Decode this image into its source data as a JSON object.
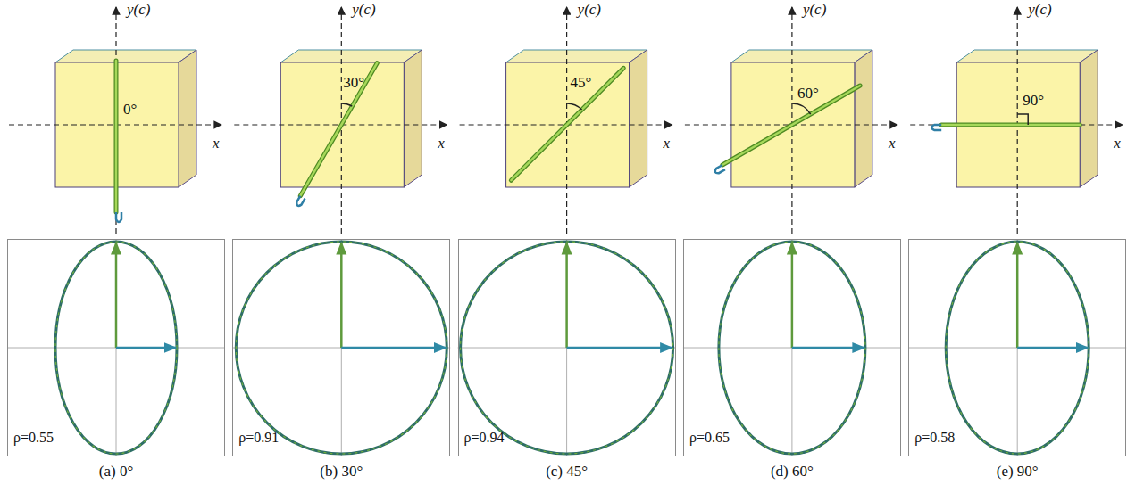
{
  "diagram": {
    "nodes": [
      {
        "text": [
          "ρ=0.55"
        ]
      },
      {
        "text": [
          "ρ=0.91"
        ]
      },
      {
        "text": [
          "ρ=0.94"
        ]
      },
      {
        "text": [
          "ρ=0.65"
        ]
      },
      {
        "text": [
          "ρ=0.58"
        ]
      }
    ],
    "labels": [
      "y(c)",
      "0°",
      "x",
      "y(c)",
      "30°",
      "x",
      "y(c)",
      "45°",
      "x",
      "y(c)",
      "60°",
      "x",
      "y(c)",
      "90°",
      "x",
      "(a) 0°",
      "(b) 30°",
      "(c) 45°",
      "(d) 60°",
      "(e) 90°"
    ]
  }
}
